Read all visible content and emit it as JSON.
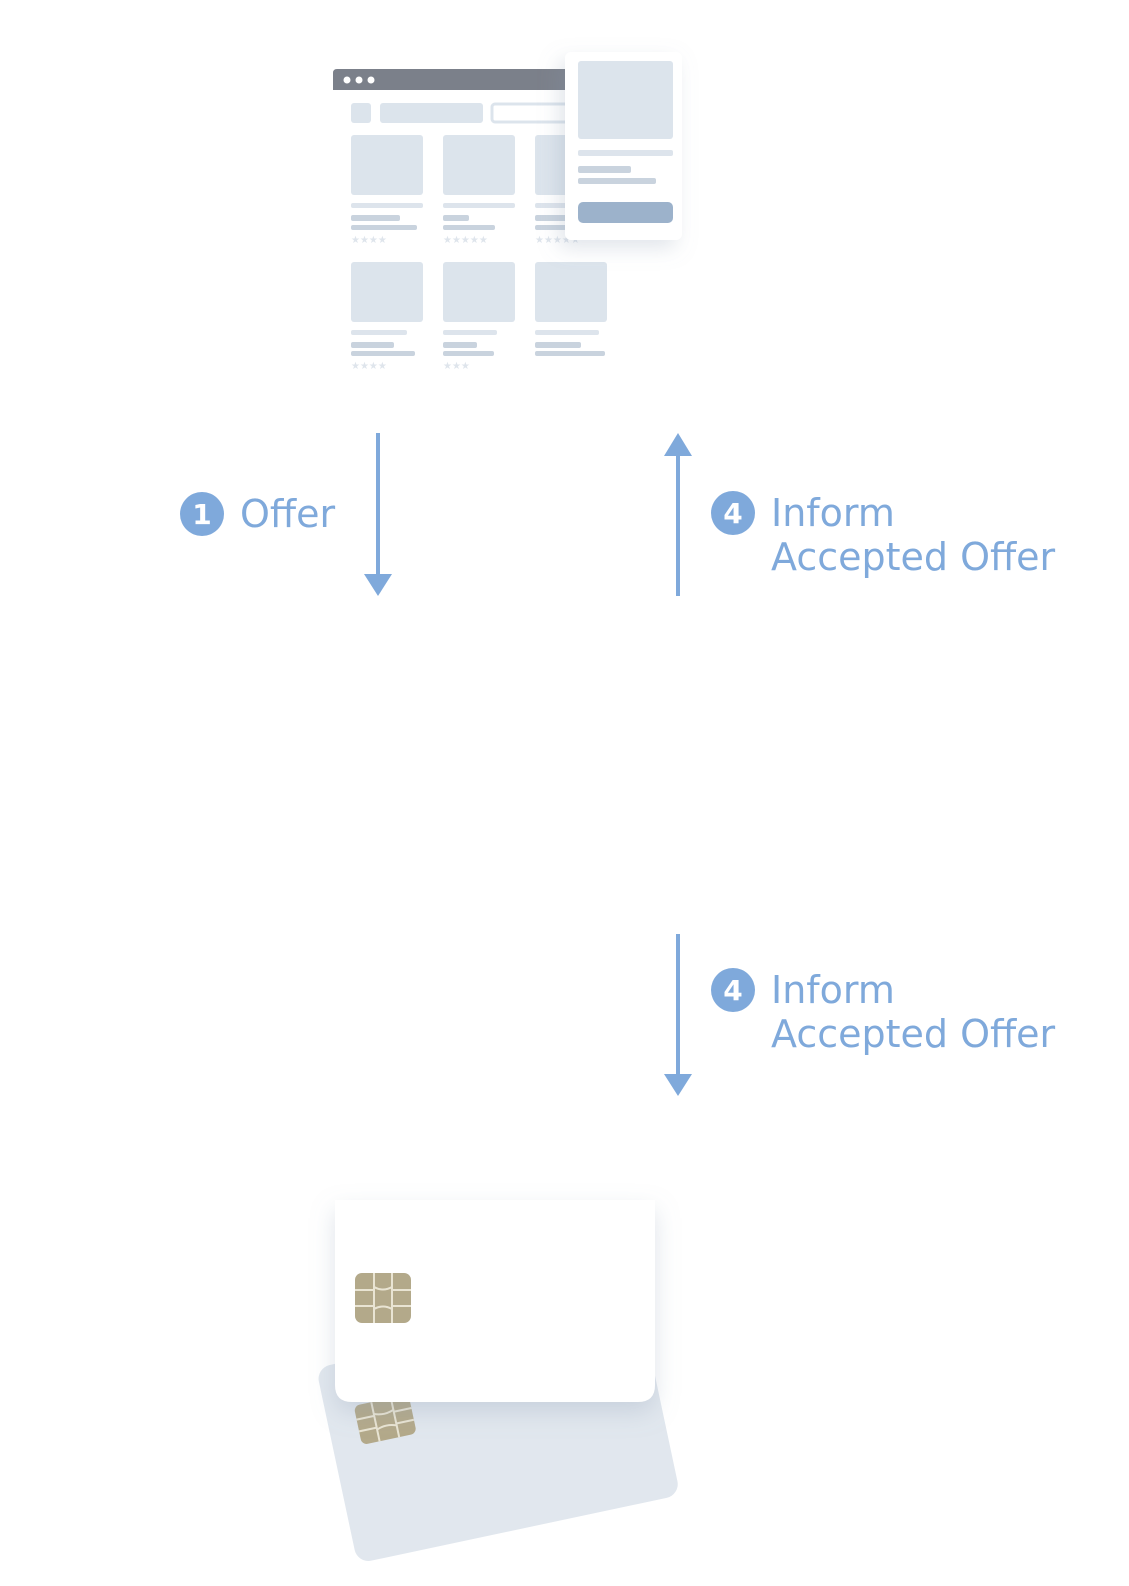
{
  "steps": [
    {
      "number": "1",
      "text_lines": [
        "Offer"
      ]
    },
    {
      "number": "4",
      "text_lines": [
        "Inform",
        "Accepted Offer"
      ]
    },
    {
      "number": "4",
      "text_lines": [
        "Inform",
        "Accepted Offer"
      ]
    }
  ],
  "colors": {
    "accent": "#7fa9db",
    "wire_block": "#dce4ec",
    "wire_line": "#c9d3de",
    "browser_bar": "#7b808a",
    "popup_button": "#9cb2cb",
    "chip_gold": "#b3a98a",
    "card_back": "#e1e7ee"
  },
  "icons": [
    "browser-window-icon",
    "product-popup-icon",
    "payment-card-icon",
    "chip-icon"
  ]
}
